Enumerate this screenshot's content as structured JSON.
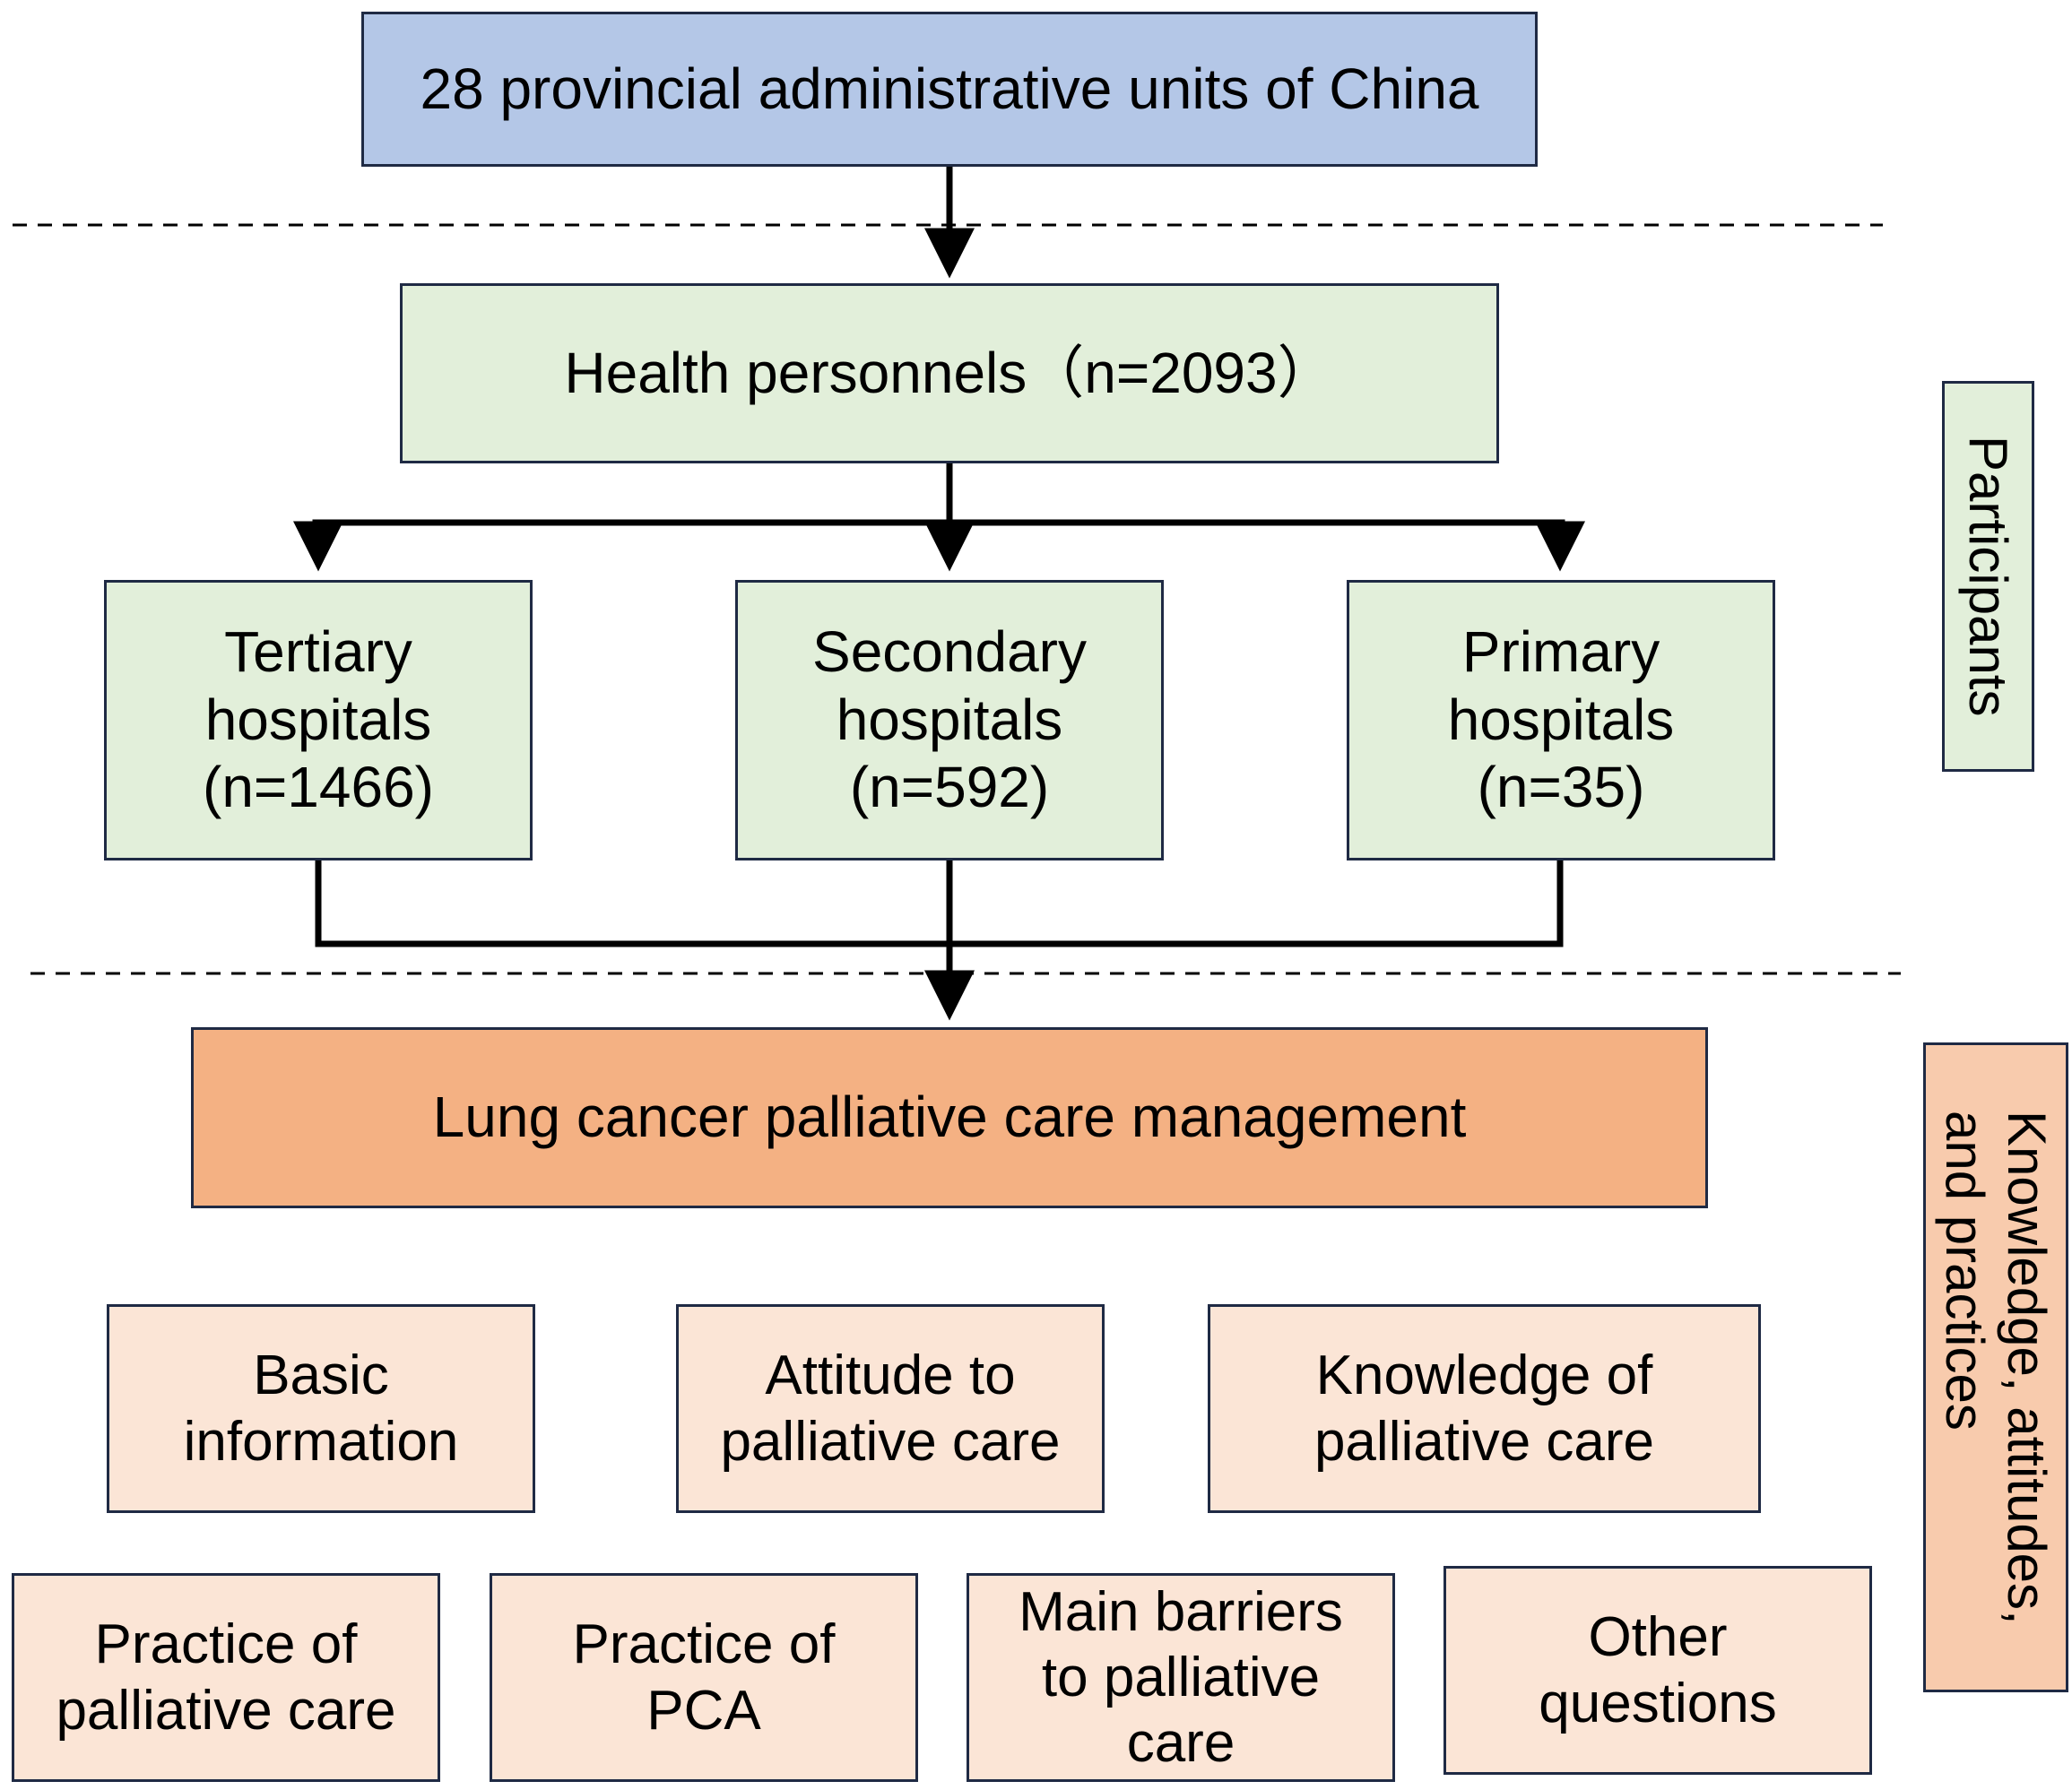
{
  "colors": {
    "top": "#b4c7e7",
    "green": "#e2efda",
    "orange": "#f4b183",
    "peach": "#fbe5d6",
    "border": "#1f2a44",
    "line": "#000000"
  },
  "top_box": {
    "label": "28 provincial administrative units of China"
  },
  "health": {
    "label": "Health personnels（n=2093）"
  },
  "hospitals": [
    {
      "label": "Tertiary\nhospitals\n(n=1466)"
    },
    {
      "label": "Secondary\nhospitals\n(n=592)"
    },
    {
      "label": "Primary\nhospitals\n(n=35)"
    }
  ],
  "management": {
    "label": "Lung cancer palliative care management"
  },
  "topics_row1": [
    {
      "label": "Basic\ninformation"
    },
    {
      "label": "Attitude to\npalliative care"
    },
    {
      "label": "Knowledge of\npalliative care"
    }
  ],
  "topics_row2": [
    {
      "label": "Practice of\npalliative care"
    },
    {
      "label": "Practice of\nPCA"
    },
    {
      "label": "Main barriers\nto palliative\ncare"
    },
    {
      "label": "Other\nquestions"
    }
  ],
  "side_labels": {
    "participants": "Participants",
    "kap": "Knowledge, attitudes,\nand  practices"
  }
}
